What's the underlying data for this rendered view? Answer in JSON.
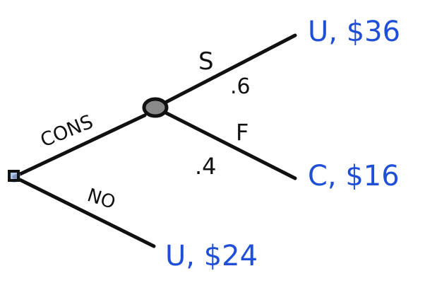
{
  "diagram": {
    "decision_node": {
      "shape": "square",
      "color": "#111111",
      "highlight": "#9fb8e8"
    },
    "chance_node": {
      "shape": "circle",
      "fill": "#8a8a8a",
      "stroke": "#111111"
    },
    "branches": [
      {
        "id": "cons",
        "label": "CONS"
      },
      {
        "id": "no",
        "label": "NO"
      },
      {
        "id": "s",
        "label": "S",
        "probability": ".6"
      },
      {
        "id": "f",
        "label": "F",
        "probability": ".4"
      }
    ],
    "outcomes": [
      {
        "id": "top",
        "text": "U, $36",
        "color": "#1f4fd6"
      },
      {
        "id": "middle",
        "text": "C, $16",
        "color": "#1f4fd6"
      },
      {
        "id": "bottom",
        "text": "U, $24",
        "color": "#1f4fd6"
      }
    ],
    "line_color": "#111111"
  }
}
